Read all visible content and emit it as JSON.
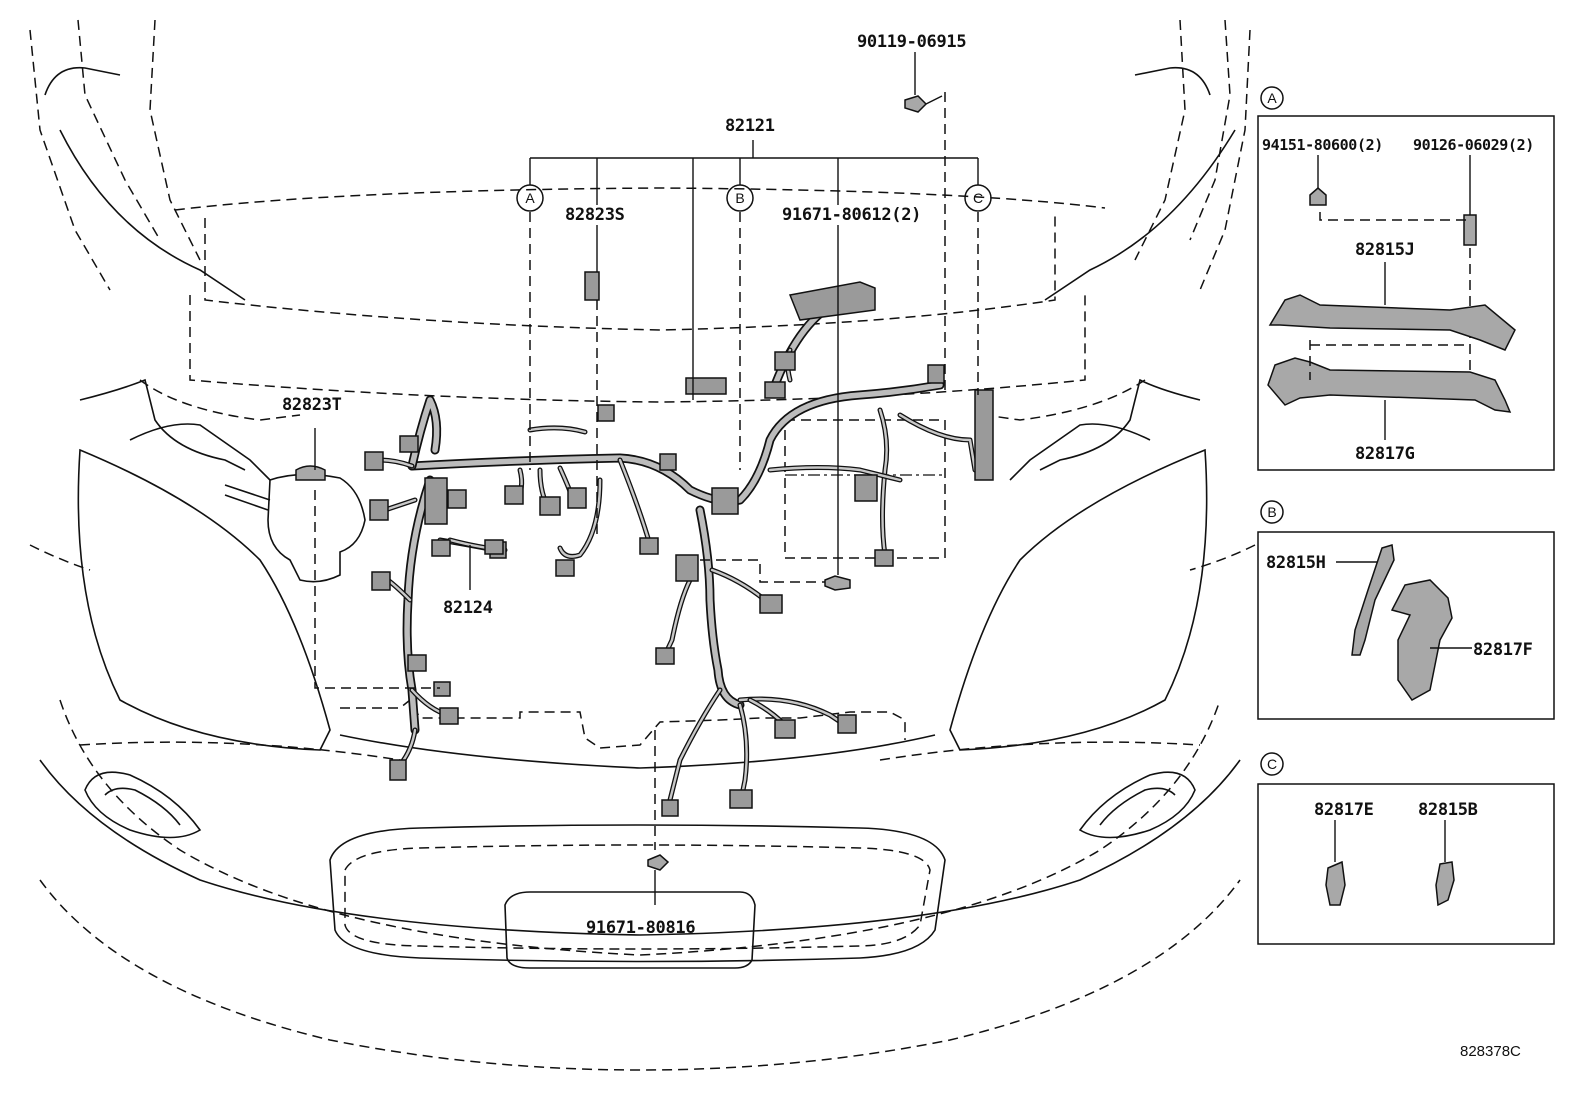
{
  "callouts": {
    "main_harness": "82121",
    "bolt_top": "90119-06915",
    "clip_s": "82823S",
    "bolt_mid": "91671-80612(2)",
    "clip_t": "82823T",
    "harness_sub": "82124",
    "bolt_bottom": "91671-80816"
  },
  "markers": {
    "a": "A",
    "b": "B",
    "c": "C"
  },
  "detail_a": {
    "marker": "A",
    "nut": "94151-80600(2)",
    "stud": "90126-06029(2)",
    "cover": "82815J",
    "holder": "82817G"
  },
  "detail_b": {
    "marker": "B",
    "cover": "82815H",
    "holder": "82817F"
  },
  "detail_c": {
    "marker": "C",
    "holder": "82817E",
    "cover": "82815B"
  },
  "reference_code": "828378C"
}
